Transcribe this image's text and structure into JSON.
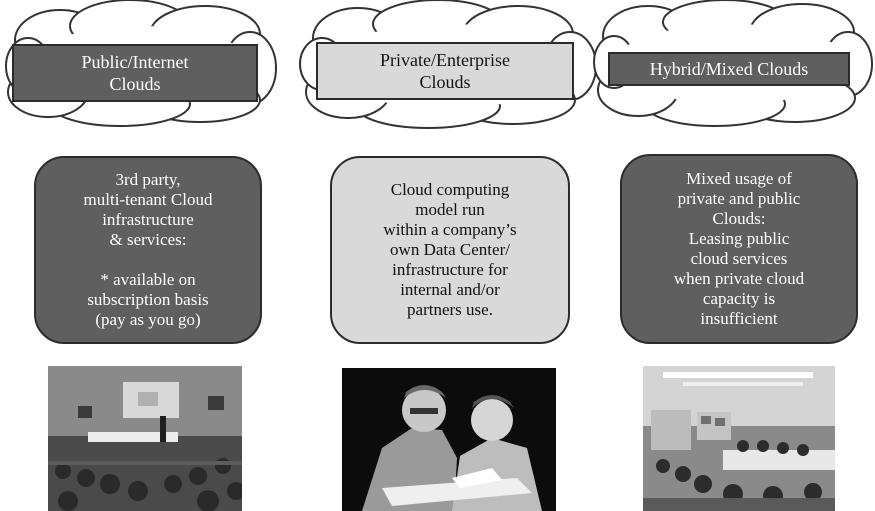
{
  "columns": [
    {
      "title": "Public/Internet\nClouds",
      "description": "3rd party,\nmulti-tenant Cloud\ninfrastructure\n& services:\n\n* available on\nsubscription basis\n(pay as you go)",
      "photo_icon": "conference-room-photo"
    },
    {
      "title": "Private/Enterprise\nClouds",
      "description": "Cloud computing\nmodel run\nwithin a company’s\nown Data Center/\ninfrastructure for\ninternal and/or\npartners use.",
      "photo_icon": "two-people-working-illustration"
    },
    {
      "title": "Hybrid/Mixed Clouds",
      "description": "Mixed usage of\nprivate and public\nClouds:\nLeasing public\ncloud services\nwhen private cloud\ncapacity is\ninsufficient",
      "photo_icon": "meeting-room-photo"
    }
  ],
  "colors": {
    "dark_fill": "#5f5f5f",
    "light_fill": "#d9d9d9",
    "cloud_fill": "#ffffff",
    "cloud_stroke": "#333333"
  }
}
